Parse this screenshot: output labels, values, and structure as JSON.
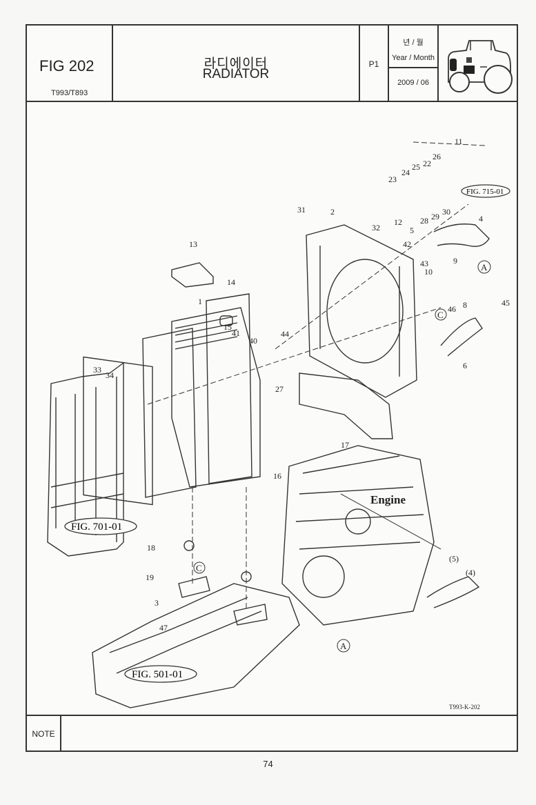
{
  "header": {
    "fig_number": "FIG 202",
    "model": "T993/T893",
    "title_korean": "라디에이터",
    "title_english": "RADIATOR",
    "page_code": "P1",
    "year_month_korean": "년 / 월",
    "year_month_label": "Year / Month",
    "year_month_value": "2009 / 06"
  },
  "diagram": {
    "part_numbers": [
      "1",
      "2",
      "3",
      "4",
      "5",
      "6",
      "8",
      "9",
      "10",
      "11",
      "12",
      "13",
      "14",
      "15",
      "16",
      "17",
      "18",
      "19",
      "22",
      "23",
      "24",
      "25",
      "26",
      "27",
      "28",
      "29",
      "30",
      "31",
      "32",
      "33",
      "34",
      "40",
      "41",
      "42",
      "43",
      "44",
      "45",
      "46",
      "47"
    ],
    "reference_figures": [
      "FIG. 715-01",
      "FIG. 701-01",
      "FIG. 501-01"
    ],
    "callouts": [
      "A",
      "C"
    ],
    "engine_label": "Engine",
    "parenthetical_refs": [
      "(5)",
      "(4)"
    ],
    "drawing_code": "T993-K-202"
  },
  "note": {
    "label": "NOTE",
    "text": ""
  },
  "footer": {
    "page_number": "74"
  }
}
